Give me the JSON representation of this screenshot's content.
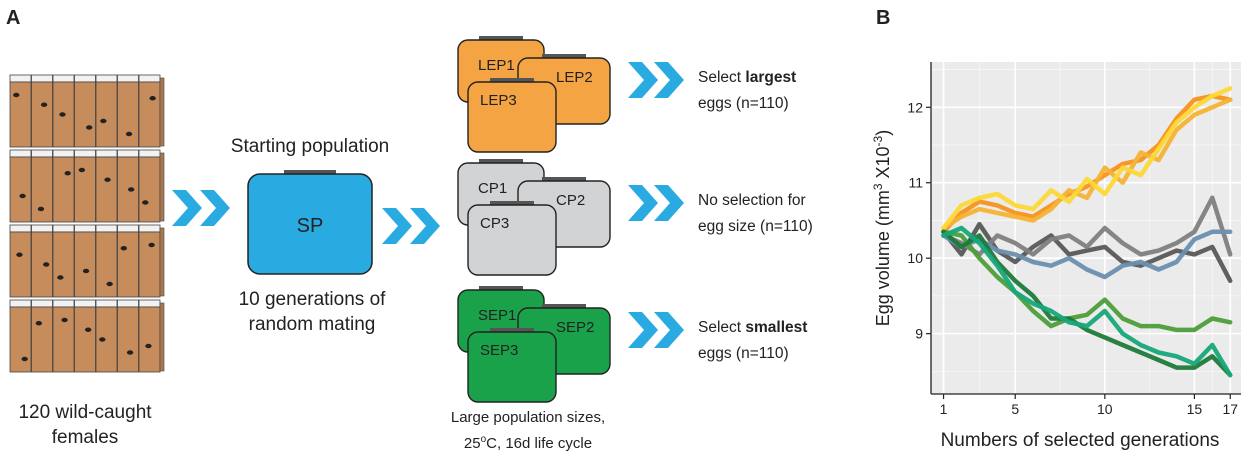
{
  "panel_a": {
    "label": "A",
    "wild_caught": "120 wild-caught",
    "females": "females",
    "starting_population": "Starting population",
    "sp_label": "SP",
    "random_mating_line1": "10 generations of",
    "random_mating_line2": "random mating",
    "groups": [
      {
        "id": "large",
        "color": "#f4a442",
        "labels": [
          "LEP1",
          "LEP2",
          "LEP3"
        ],
        "line1_pre": "Select ",
        "line1_bold": "largest",
        "line2": "eggs (n=110)"
      },
      {
        "id": "control",
        "color": "#d1d3d4",
        "labels": [
          "CP1",
          "CP2",
          "CP3"
        ],
        "line1_pre": "No selection for",
        "line1_bold": "",
        "line2": "egg size (n=110)"
      },
      {
        "id": "small",
        "color": "#1aa24a",
        "labels": [
          "SEP1",
          "SEP2",
          "SEP3"
        ],
        "line1_pre": "Select ",
        "line1_bold": "smallest",
        "line2": "eggs (n=110)"
      }
    ],
    "footnote_line1": "Large population sizes,",
    "footnote_line2_pre": "25",
    "footnote_degree": "o",
    "footnote_line2_post": "C, 16d life cycle",
    "colors": {
      "arrow": "#29abe2",
      "vial": "#c68c5b",
      "sp": "#29abe2"
    }
  },
  "panel_b": {
    "label": "B",
    "ylabel_pre": "Egg volume (mm",
    "ylabel_sup1": "3",
    "ylabel_mid": " X10",
    "ylabel_sup2": "-3",
    "ylabel_post": ")",
    "xlabel": "Numbers of selected generations"
  },
  "chart_data": {
    "type": "line",
    "xlabel": "Numbers of selected generations",
    "ylabel": "Egg volume (mm3 X10-3)",
    "xlim": [
      0.3,
      17.6
    ],
    "ylim": [
      8.2,
      12.6
    ],
    "xticks": [
      1,
      5,
      10,
      15,
      17
    ],
    "yticks": [
      9,
      10,
      11,
      12
    ],
    "grid": true,
    "x": [
      1,
      2,
      3,
      4,
      5,
      6,
      7,
      8,
      9,
      10,
      11,
      12,
      13,
      14,
      15,
      16,
      17
    ],
    "series": [
      {
        "color": "#f7941d",
        "values": [
          10.35,
          10.6,
          10.75,
          10.7,
          10.6,
          10.55,
          10.7,
          10.85,
          10.95,
          11.1,
          11.25,
          11.3,
          11.5,
          11.85,
          12.1,
          12.15,
          12.1
        ]
      },
      {
        "color": "#f5b335",
        "values": [
          10.4,
          10.55,
          10.65,
          10.6,
          10.55,
          10.5,
          10.65,
          10.9,
          10.8,
          11.2,
          11.0,
          11.4,
          11.3,
          11.7,
          11.9,
          12.0,
          12.1
        ]
      },
      {
        "color": "#fdd835",
        "values": [
          10.4,
          10.7,
          10.8,
          10.85,
          10.7,
          10.65,
          10.9,
          10.75,
          11.05,
          10.85,
          11.2,
          11.1,
          11.45,
          11.8,
          12.0,
          12.15,
          12.25
        ]
      },
      {
        "color": "#595959",
        "values": [
          10.35,
          10.05,
          10.45,
          10.1,
          9.95,
          10.15,
          10.3,
          10.05,
          10.1,
          10.15,
          9.95,
          9.9,
          10.0,
          10.1,
          10.05,
          10.15,
          9.7
        ]
      },
      {
        "color": "#808080",
        "values": [
          10.3,
          10.2,
          10.05,
          10.3,
          10.2,
          10.05,
          10.25,
          10.3,
          10.15,
          10.4,
          10.2,
          10.05,
          10.1,
          10.2,
          10.35,
          10.8,
          10.05
        ]
      },
      {
        "color": "#6b8fb0",
        "values": [
          10.3,
          10.15,
          10.25,
          10.1,
          10.05,
          9.95,
          9.9,
          10.0,
          9.85,
          9.75,
          9.9,
          9.95,
          9.85,
          9.95,
          10.25,
          10.35,
          10.35
        ]
      },
      {
        "color": "#4d9e3a",
        "values": [
          10.35,
          10.3,
          10.0,
          9.75,
          9.55,
          9.3,
          9.1,
          9.2,
          9.25,
          9.45,
          9.2,
          9.1,
          9.1,
          9.05,
          9.05,
          9.2,
          9.15
        ]
      },
      {
        "color": "#1d7a3a",
        "values": [
          10.35,
          10.15,
          10.3,
          9.95,
          9.7,
          9.5,
          9.2,
          9.2,
          9.05,
          8.95,
          8.85,
          8.75,
          8.65,
          8.55,
          8.55,
          8.7,
          8.45
        ]
      },
      {
        "color": "#17a77a",
        "values": [
          10.3,
          10.4,
          10.2,
          9.9,
          9.55,
          9.4,
          9.3,
          9.15,
          9.1,
          9.3,
          9.0,
          8.85,
          8.75,
          8.7,
          8.6,
          8.85,
          8.45
        ]
      }
    ]
  }
}
